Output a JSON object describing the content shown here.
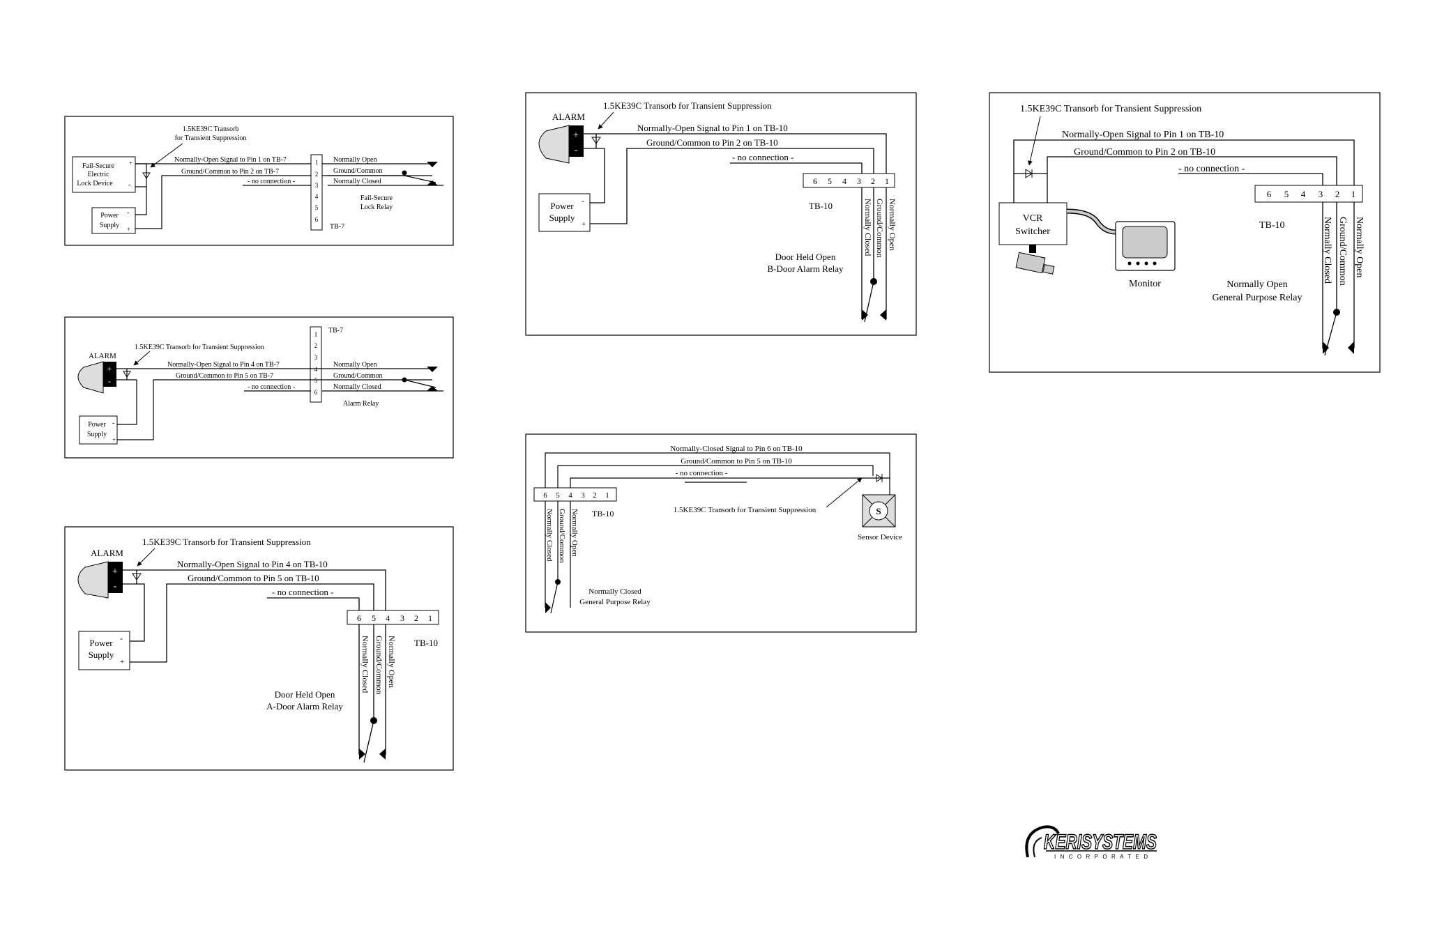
{
  "panel1": {
    "transorb_1": "1.5KE39C Transorb",
    "transorb_2": "for Transient Suppression",
    "lock_1": "Fail-Secure",
    "lock_2": "Electric",
    "lock_3": "Lock Device",
    "ps_1": "Power",
    "ps_2": "Supply",
    "sig_no": "Normally-Open Signal to Pin 1 on TB-7",
    "sig_gnd": "Ground/Common to Pin 2 on TB-7",
    "sig_nc": "- no connection -",
    "pins": [
      "1",
      "2",
      "3",
      "4",
      "5",
      "6"
    ],
    "tb": "TB-7",
    "out_no": "Normally Open",
    "out_gnd": "Ground/Common",
    "out_nc": "Normally Closed",
    "relay_1": "Fail-Secure",
    "relay_2": "Lock Relay"
  },
  "panel2": {
    "tb": "TB-7",
    "pins": [
      "1",
      "2",
      "3",
      "4",
      "5",
      "6"
    ],
    "transorb": "1.5KE39C Transorb for Transient Suppression",
    "alarm": "ALARM",
    "sig_no": "Normally-Open Signal to Pin 4 on TB-7",
    "sig_gnd": "Ground/Common to Pin 5 on TB-7",
    "sig_nc": "- no connection -",
    "out_no": "Normally Open",
    "out_gnd": "Ground/Common",
    "out_nc": "Normally Closed",
    "relay": "Alarm Relay",
    "ps_1": "Power",
    "ps_2": "Supply"
  },
  "panel3": {
    "transorb": "1.5KE39C Transorb for Transient Suppression",
    "alarm": "ALARM",
    "sig_no": "Normally-Open Signal to Pin 4 on TB-10",
    "sig_gnd": "Ground/Common to Pin 5 on TB-10",
    "sig_nc": "- no connection -",
    "pins": [
      "6",
      "5",
      "4",
      "3",
      "2",
      "1"
    ],
    "tb": "TB-10",
    "out_nc": "Normally Closed",
    "out_gnd": "Ground/Common",
    "out_no": "Normally Open",
    "relay_1": "Door Held Open",
    "relay_2": "A-Door Alarm Relay",
    "ps_1": "Power",
    "ps_2": "Supply"
  },
  "panel4": {
    "transorb": "1.5KE39C Transorb for Transient Suppression",
    "alarm": "ALARM",
    "sig_no": "Normally-Open Signal to Pin 1 on TB-10",
    "sig_gnd": "Ground/Common to Pin 2 on TB-10",
    "sig_nc": "- no connection -",
    "pins": [
      "6",
      "5",
      "4",
      "3",
      "2",
      "1"
    ],
    "tb": "TB-10",
    "out_nc": "Normally Closed",
    "out_gnd": "Ground/Common",
    "out_no": "Normally Open",
    "relay_1": "Door Held Open",
    "relay_2": "B-Door Alarm Relay",
    "ps_1": "Power",
    "ps_2": "Supply"
  },
  "panel5": {
    "sig_nc": "Normally-Closed Signal to Pin 6 on TB-10",
    "sig_gnd": "Ground/Common to Pin 5 on TB-10",
    "sig_none": "- no connection -",
    "pins": [
      "6",
      "5",
      "4",
      "3",
      "2",
      "1"
    ],
    "tb": "TB-10",
    "out_nc": "Normally Closed",
    "out_gnd": "Ground/Common",
    "out_no": "Normally Open",
    "transorb": "1.5KE39C Transorb for Transient Suppression",
    "sensor_letter": "S",
    "sensor": "Sensor Device",
    "relay_1": "Normally Closed",
    "relay_2": "General Purpose Relay"
  },
  "panel6": {
    "transorb": "1.5KE39C Transorb for Transient Suppression",
    "sig_no": "Normally-Open Signal to Pin 1 on TB-10",
    "sig_gnd": "Ground/Common to Pin 2 on TB-10",
    "sig_nc": "- no connection -",
    "vcr_1": "VCR",
    "vcr_2": "Switcher",
    "monitor": "Monitor",
    "pins": [
      "6",
      "5",
      "4",
      "3",
      "2",
      "1"
    ],
    "tb": "TB-10",
    "out_nc": "Normally Closed",
    "out_gnd": "Ground/Common",
    "out_no": "Normally Open",
    "relay_1": "Normally Open",
    "relay_2": "General Purpose Relay"
  },
  "logo": {
    "brand": "KERISYSTEMS",
    "sub": "INCORPORATED"
  }
}
